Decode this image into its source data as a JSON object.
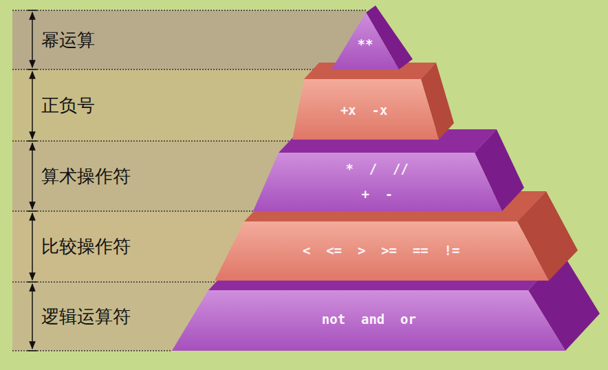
{
  "diagram": {
    "nodes": [
      {
        "text": [
          "幂运算"
        ]
      },
      {
        "text": [
          "**"
        ]
      },
      {
        "text": [
          "正负号"
        ]
      },
      {
        "text": [
          "+x -x"
        ]
      },
      {
        "text": [
          "算术操作符"
        ]
      },
      {
        "text": [
          "* / //",
          "+ -"
        ]
      },
      {
        "text": [
          "比较操作符"
        ]
      },
      {
        "text": [
          "< <= > >= == !="
        ]
      },
      {
        "text": [
          "逻辑运算符"
        ]
      },
      {
        "text": [
          "not and or"
        ]
      }
    ]
  }
}
